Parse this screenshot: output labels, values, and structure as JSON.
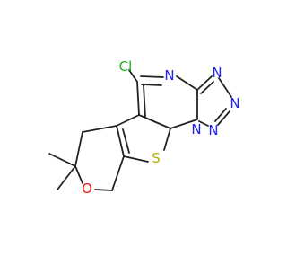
{
  "molecule": {
    "atom_labels": {
      "chlorine": "Cl",
      "pyrimidine_n": "N",
      "tetrazole_n_a": "N",
      "tetrazole_n_b": "N",
      "tetrazole_n_c": "N",
      "tetrazole_n_fused": "N",
      "thiophene_s": "S",
      "pyran_o": "O"
    },
    "colors": {
      "bond": "#222222",
      "chlorine": "#1fb01f",
      "nitrogen": "#2222ee",
      "sulfur": "#b8b000",
      "oxygen": "#ee1111"
    }
  }
}
